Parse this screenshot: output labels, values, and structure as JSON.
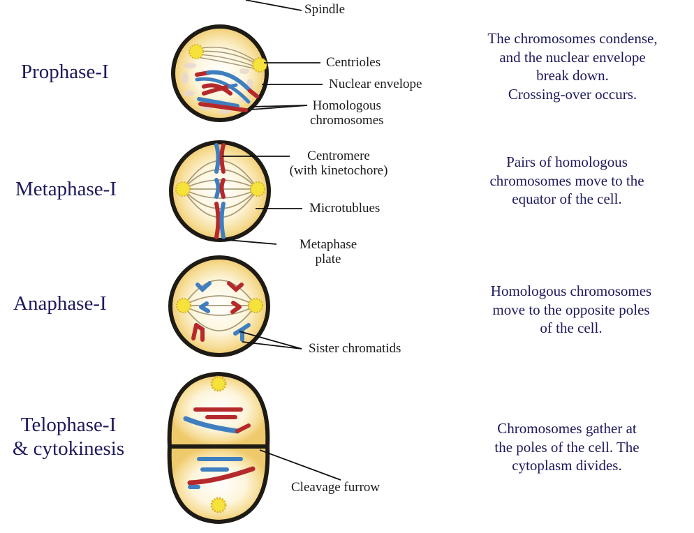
{
  "colors": {
    "title_text": "#1d1a5c",
    "label_text": "#1a1a1a",
    "cell_fill": "#f4d88a",
    "cell_inner": "#fdf6df",
    "cell_outline": "#1e1a14",
    "chromosome_red": "#b5292b",
    "chromosome_blue": "#3f7fc0",
    "centriole": "#f5e23a",
    "spindle_fiber": "#a89b78"
  },
  "stages": [
    {
      "id": "prophase-1",
      "title_lines": [
        "Prophase-I"
      ],
      "description_lines": [
        "The chromosomes condense,",
        "and the nuclear envelope",
        "break down.",
        "Crossing-over occurs."
      ],
      "labels": [
        {
          "id": "spindle",
          "lines": [
            "Spindle"
          ]
        },
        {
          "id": "centrioles",
          "lines": [
            "Centrioles"
          ]
        },
        {
          "id": "nuclear-envelope",
          "lines": [
            "Nuclear envelope"
          ]
        },
        {
          "id": "homologous-chromosomes",
          "lines": [
            "Homologous",
            "chromosomes"
          ]
        }
      ]
    },
    {
      "id": "metaphase-1",
      "title_lines": [
        "Metaphase-I"
      ],
      "description_lines": [
        "Pairs of homologous",
        "chromosomes move to the",
        "equator of the cell."
      ],
      "labels": [
        {
          "id": "centromere",
          "lines": [
            "Centromere",
            "(with kinetochore)"
          ]
        },
        {
          "id": "microtubules",
          "lines": [
            "Microtublues"
          ]
        },
        {
          "id": "metaphase-plate",
          "lines": [
            "Metaphase",
            "plate"
          ]
        }
      ]
    },
    {
      "id": "anaphase-1",
      "title_lines": [
        "Anaphase-I"
      ],
      "description_lines": [
        "Homologous chromosomes",
        "move to the opposite poles",
        "of the cell."
      ],
      "labels": [
        {
          "id": "sister-chromatids",
          "lines": [
            "Sister chromatids"
          ]
        }
      ]
    },
    {
      "id": "telophase-1",
      "title_lines": [
        "Telophase-I",
        "& cytokinesis"
      ],
      "description_lines": [
        "Chromosomes gather at",
        "the poles of the cell. The",
        "cytoplasm divides."
      ],
      "labels": [
        {
          "id": "cleavage-furrow",
          "lines": [
            "Cleavage furrow"
          ]
        }
      ]
    }
  ]
}
